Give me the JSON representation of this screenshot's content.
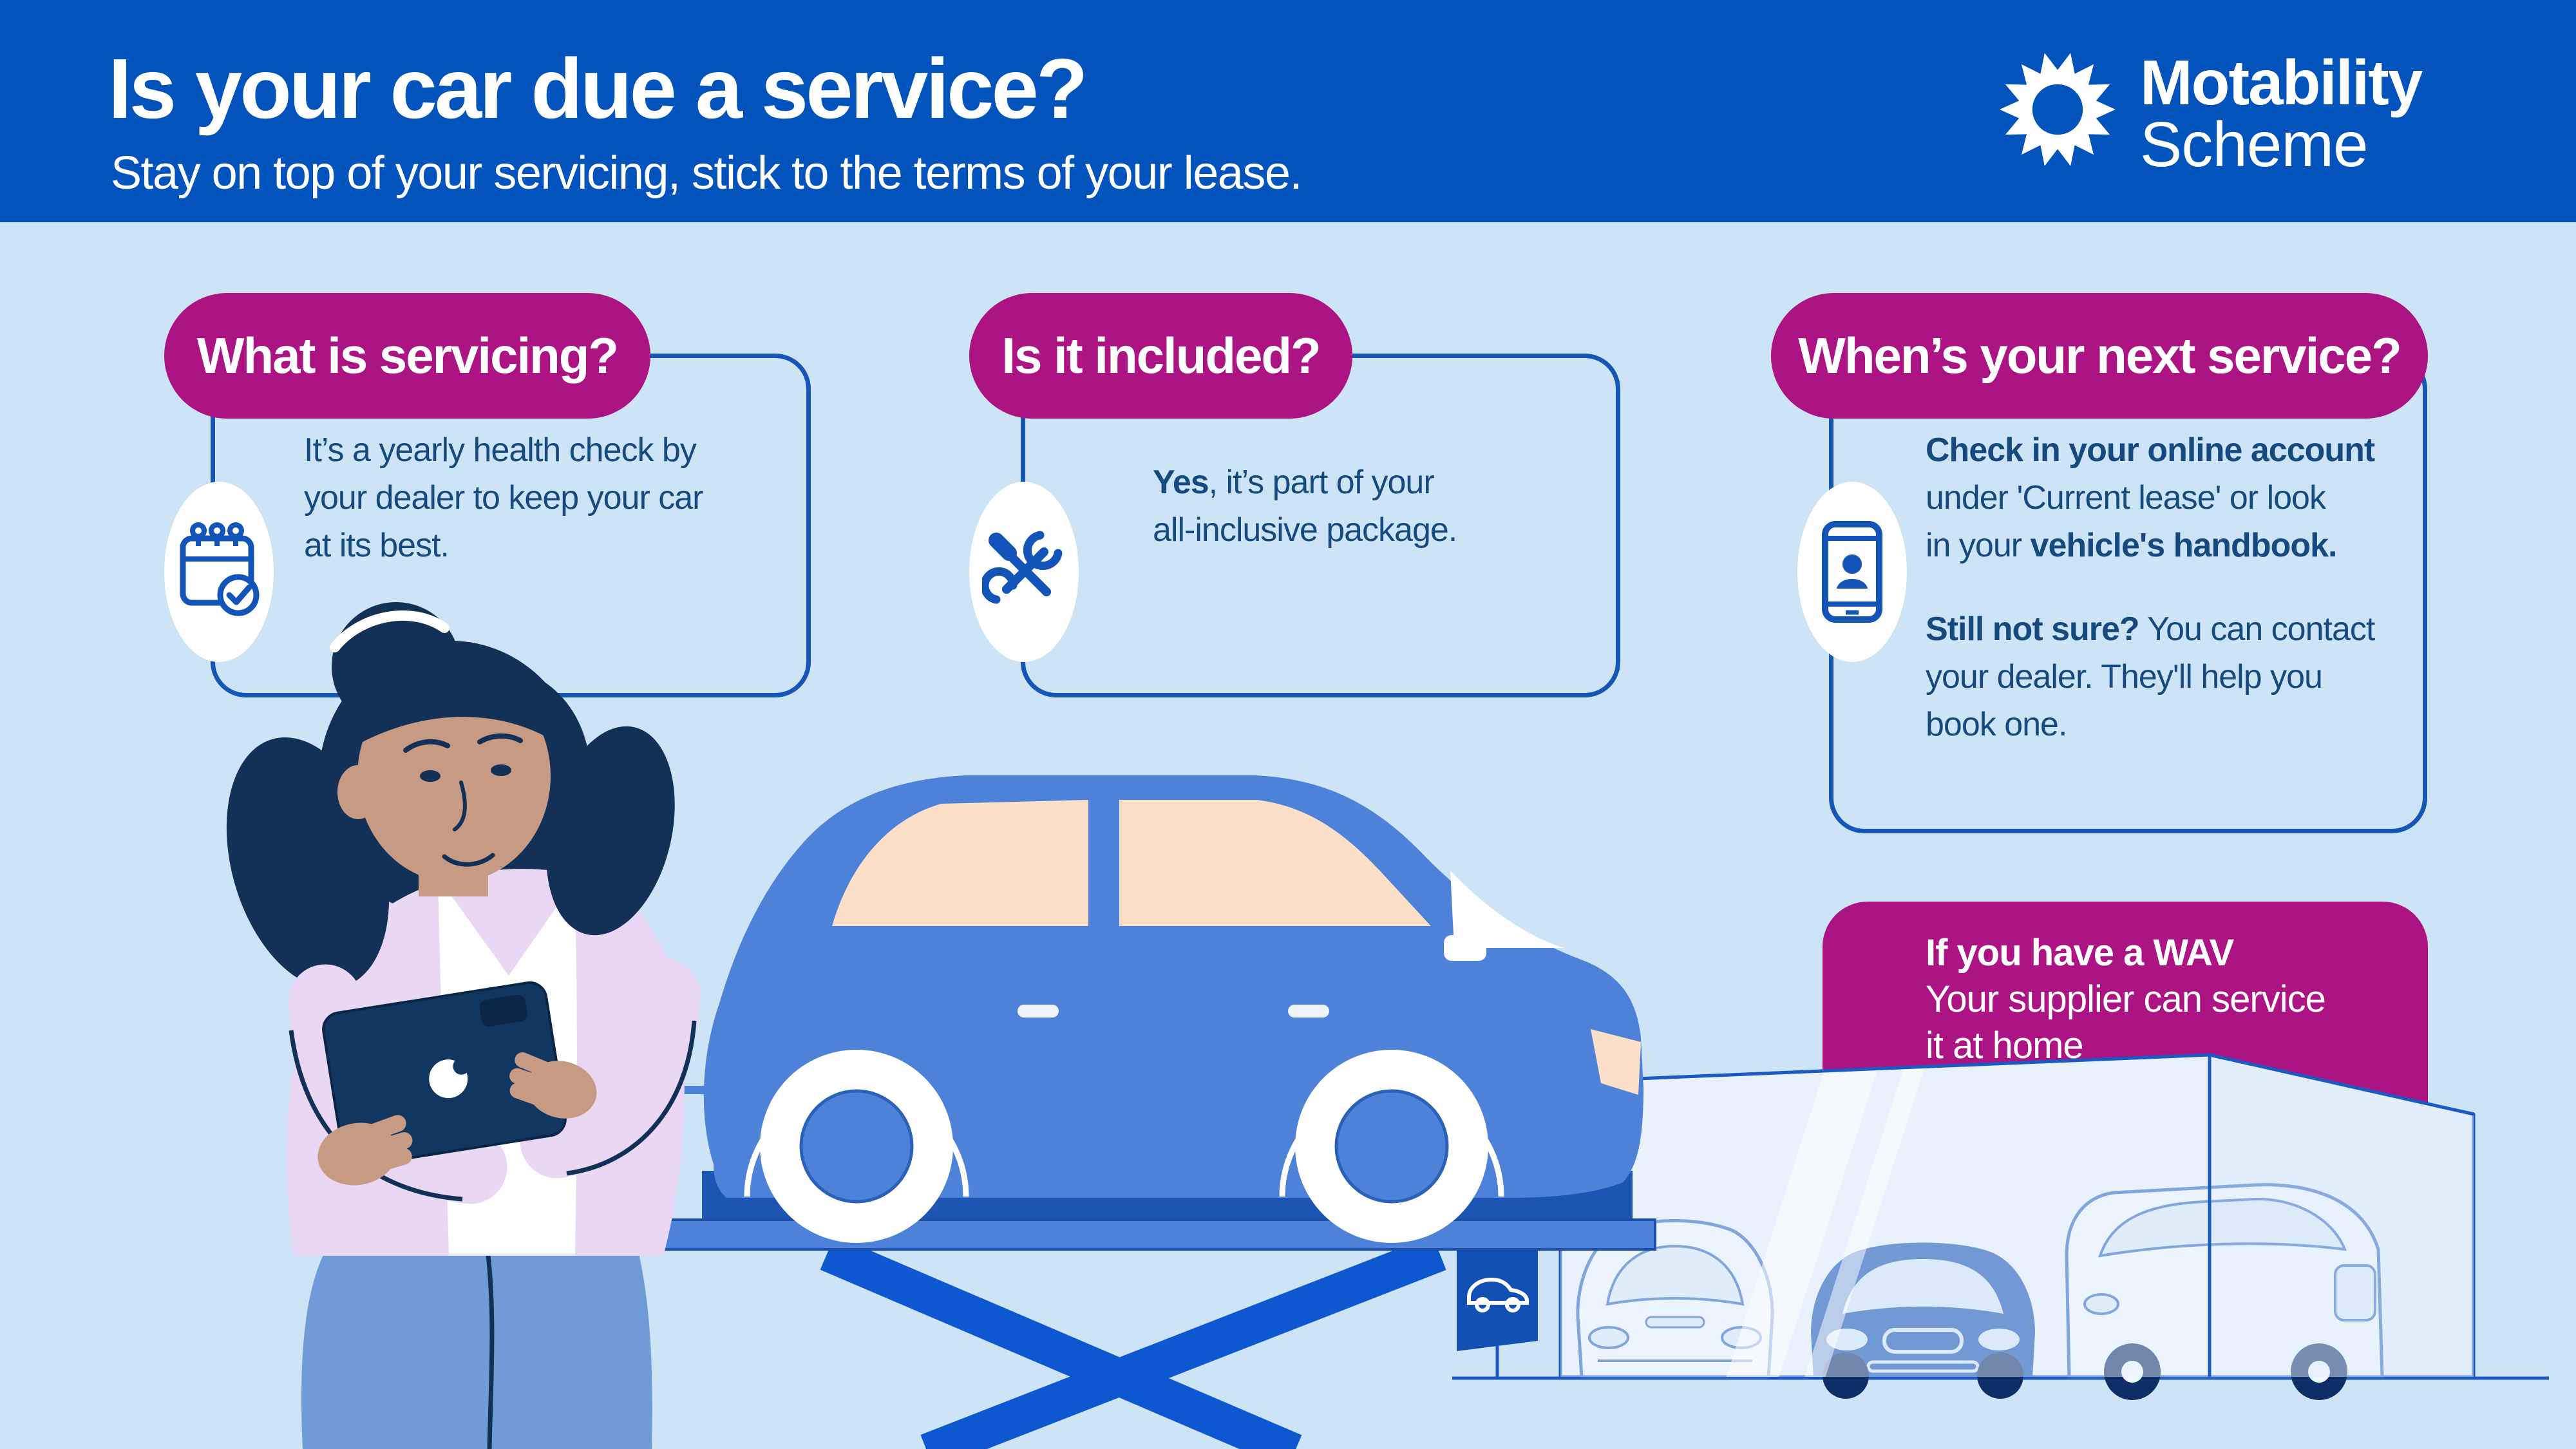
{
  "header": {
    "title": "Is your car due a service?",
    "subtitle": "Stay on top of your servicing, stick to the terms of your lease.",
    "logo_line1": "Motability",
    "logo_line2": "Scheme"
  },
  "cards": [
    {
      "pill": "What is servicing?",
      "icon": "calendar-check-icon",
      "lines": [
        "It’s a yearly health check by",
        "your dealer to keep your car",
        "at its best."
      ]
    },
    {
      "pill": "Is it included?",
      "icon": "tools-icon",
      "line1_bold": "Yes",
      "line1_rest": ", it’s part of your",
      "line2": "all-inclusive package."
    },
    {
      "pill": "When’s your next service?",
      "icon": "phone-account-icon",
      "p1": {
        "l1_bold": "Check in your online account",
        "l2": "under 'Current lease' or look",
        "l3_reg": "in your ",
        "l3_bold": "vehicle's handbook."
      },
      "p2": {
        "l1_bold": "Still not sure?",
        "l1_rest": " You can contact",
        "l2": "your dealer. They'll help you",
        "l3": "book one."
      }
    }
  ],
  "wav_box": {
    "line1": "If you have a WAV",
    "line2": "Your supplier can service",
    "line3": "it at home"
  },
  "colors": {
    "header_blue": "#0253bc",
    "background_blue": "#cde4f7",
    "magenta": "#ac1483",
    "card_border_blue": "#1657b5",
    "text_navy": "#164a7e",
    "car_blue": "#4d82d8",
    "lift_blue": "#0d57d0",
    "ramp_blue": "#1c55b2",
    "banner_blue": "#1350b4",
    "window_peach": "#fcdfc8",
    "glass_blue": "#e9f2fc",
    "jacket_lavender": "#e9d7f4",
    "jeans_blue": "#6f9cd9",
    "skin": "#c79a83",
    "hair_navy": "#133056"
  }
}
